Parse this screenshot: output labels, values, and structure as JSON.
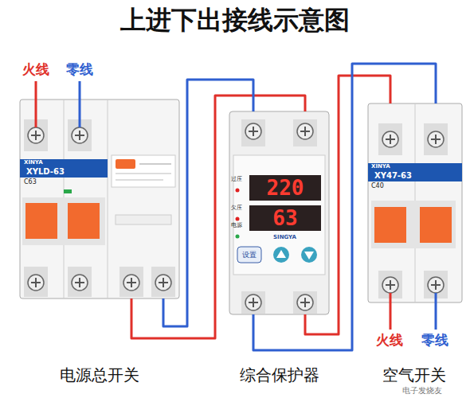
{
  "diagram": {
    "title": "上进下出接线示意图",
    "nodes": [
      {
        "text": [
          "XINYA",
          "XYLD-63",
          "C63",
          "电源总开关"
        ]
      },
      {
        "text": [
          "过压",
          "220",
          "欠压",
          "63",
          "电源",
          "SINGYA",
          "设置",
          "综合保护器"
        ]
      },
      {
        "text": [
          "XINYA",
          "XY47-63",
          "C40",
          "空气开关"
        ]
      }
    ],
    "edges": [
      {
        "from": 0,
        "to": 1,
        "arrow": "none"
      },
      {
        "from": 0,
        "to": 1,
        "arrow": "none"
      },
      {
        "from": 1,
        "to": 2,
        "arrow": "none"
      },
      {
        "from": 1,
        "to": 2,
        "arrow": "none"
      }
    ],
    "labels": [
      "火线",
      "零线",
      "火线",
      "零线",
      "电子发烧友"
    ]
  }
}
